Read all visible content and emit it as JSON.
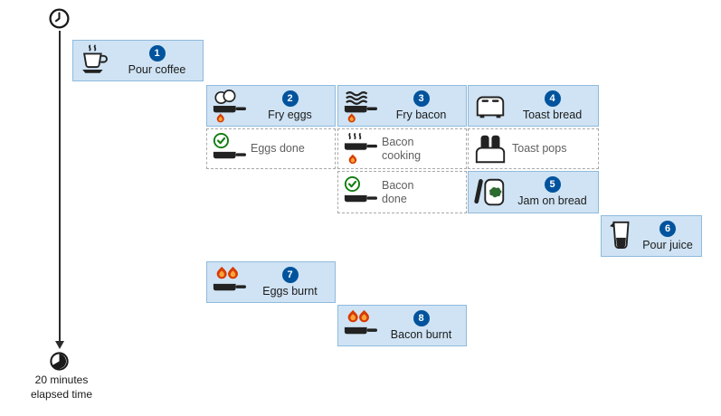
{
  "timeline": {
    "elapsed_line1": "20 minutes",
    "elapsed_line2": "elapsed time"
  },
  "steps": [
    {
      "num": "1",
      "label": "Pour coffee",
      "icon": "coffee-cup"
    },
    {
      "num": "2",
      "label": "Fry eggs",
      "icon": "eggs-pan"
    },
    {
      "num": "3",
      "label": "Fry bacon",
      "icon": "bacon-pan"
    },
    {
      "num": "4",
      "label": "Toast bread",
      "icon": "toaster"
    },
    {
      "num": "5",
      "label": "Jam on bread",
      "icon": "bread-jam"
    },
    {
      "num": "6",
      "label": "Pour juice",
      "icon": "juice-glass"
    },
    {
      "num": "7",
      "label": "Eggs burnt",
      "icon": "burnt-pan"
    },
    {
      "num": "8",
      "label": "Bacon burnt",
      "icon": "burnt-pan"
    }
  ],
  "events": [
    {
      "label": "Eggs done",
      "icon": "check-pan"
    },
    {
      "label": "Bacon\ncooking",
      "icon": "steam-pan"
    },
    {
      "label": "Toast pops",
      "icon": "toast-pops"
    },
    {
      "label": "Bacon\ndone",
      "icon": "check-pan"
    }
  ],
  "colors": {
    "step_fill": "#cfe3f4",
    "step_border": "#8fbadc",
    "badge_blue": "#00539c",
    "event_border": "#a8a8a8",
    "flame_outer": "#d83b01",
    "flame_inner": "#f8a33a",
    "check_green": "#107c10",
    "ink": "#222222"
  }
}
